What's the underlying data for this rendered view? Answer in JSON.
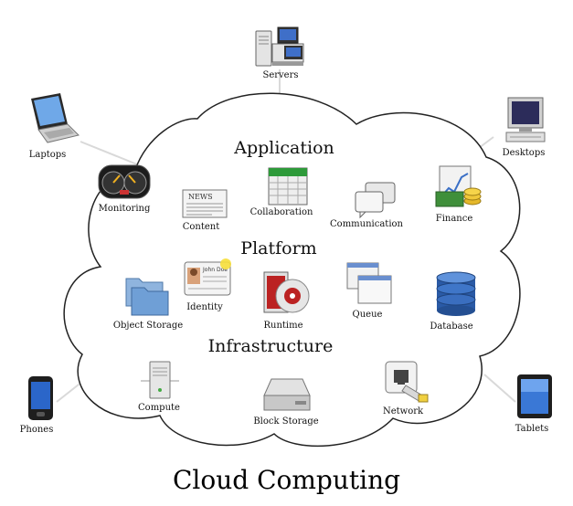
{
  "title": "Cloud Computing",
  "layers": {
    "application": "Application",
    "platform": "Platform",
    "infrastructure": "Infrastructure"
  },
  "labels": {
    "servers": "Servers",
    "laptops": "Laptops",
    "desktops": "Desktops",
    "phones": "Phones",
    "tablets": "Tablets",
    "monitoring": "Monitoring",
    "content": "Content",
    "collaboration": "Collaboration",
    "communication": "Communication",
    "finance": "Finance",
    "identity": "Identity",
    "object_storage": "Object Storage",
    "runtime": "Runtime",
    "queue": "Queue",
    "database": "Database",
    "compute": "Compute",
    "block_storage": "Block Storage",
    "network": "Network"
  },
  "icon_text": {
    "news": "NEWS",
    "john_doe": "John Doe"
  }
}
